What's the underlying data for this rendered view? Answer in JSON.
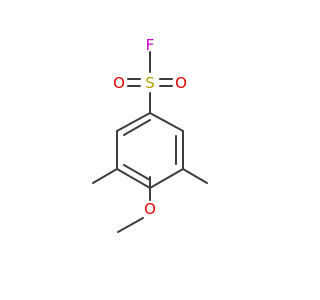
{
  "colors": {
    "bond": "#3d3d3d",
    "sulfur": "#b5a300",
    "oxygen": "#e00000",
    "fluorine": "#cc00cc"
  },
  "atoms": {
    "fluorine": "F",
    "sulfur": "S",
    "sulfonyl_oxygen_left": "O",
    "sulfonyl_oxygen_right": "O",
    "methoxy_oxygen": "O"
  }
}
